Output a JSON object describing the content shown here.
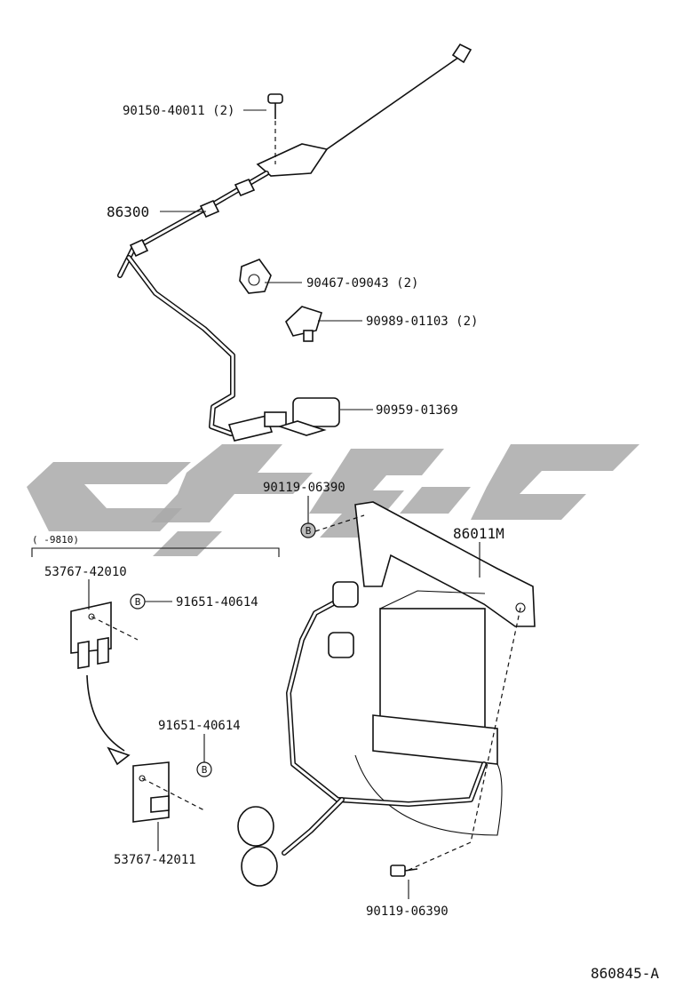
{
  "diagram": {
    "reference_code": "860845-A",
    "bracket_range": "(      -9810)",
    "parts": [
      {
        "id": "p1",
        "number": "90150-40011 (2)"
      },
      {
        "id": "p2",
        "number": "86300"
      },
      {
        "id": "p3",
        "number": "90467-09043 (2)"
      },
      {
        "id": "p4",
        "number": "90989-01103 (2)"
      },
      {
        "id": "p5",
        "number": "90959-01369"
      },
      {
        "id": "p6",
        "number": "90119-06390"
      },
      {
        "id": "p7",
        "number": "86011M"
      },
      {
        "id": "p8",
        "number": "53767-42010"
      },
      {
        "id": "p9",
        "number": "91651-40614"
      },
      {
        "id": "p10",
        "number": "91651-40614"
      },
      {
        "id": "p11",
        "number": "53767-42011"
      },
      {
        "id": "p12",
        "number": "90119-06390"
      }
    ],
    "callout_marker": "B"
  }
}
